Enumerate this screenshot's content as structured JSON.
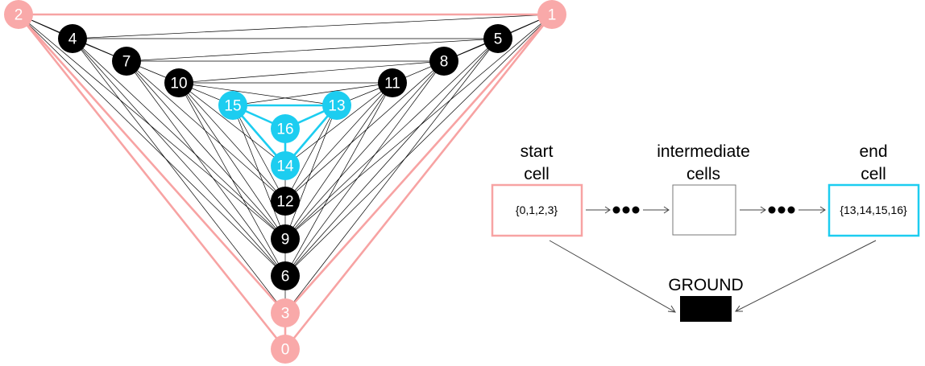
{
  "graph": {
    "colors": {
      "pink": "#f7a3a3",
      "pink_fill": "#f9a9a9",
      "cyan": "#1ccdf0",
      "black": "#000000"
    },
    "nodes": [
      {
        "id": "0",
        "group": "pink"
      },
      {
        "id": "1",
        "group": "pink"
      },
      {
        "id": "2",
        "group": "pink"
      },
      {
        "id": "3",
        "group": "pink"
      },
      {
        "id": "4",
        "group": "black"
      },
      {
        "id": "5",
        "group": "black"
      },
      {
        "id": "6",
        "group": "black"
      },
      {
        "id": "7",
        "group": "black"
      },
      {
        "id": "8",
        "group": "black"
      },
      {
        "id": "9",
        "group": "black"
      },
      {
        "id": "10",
        "group": "black"
      },
      {
        "id": "11",
        "group": "black"
      },
      {
        "id": "12",
        "group": "black"
      },
      {
        "id": "13",
        "group": "cyan"
      },
      {
        "id": "14",
        "group": "cyan"
      },
      {
        "id": "15",
        "group": "cyan"
      },
      {
        "id": "16",
        "group": "cyan"
      }
    ]
  },
  "flow": {
    "start_caption_line1": "start",
    "start_caption_line2": "cell",
    "start_value": "{0,1,2,3}",
    "intermediate_caption_line1": "intermediate",
    "intermediate_caption_line2": "cells",
    "end_caption_line1": "end",
    "end_caption_line2": "cell",
    "end_value": "{13,14,15,16}",
    "ground_label": "GROUND"
  }
}
